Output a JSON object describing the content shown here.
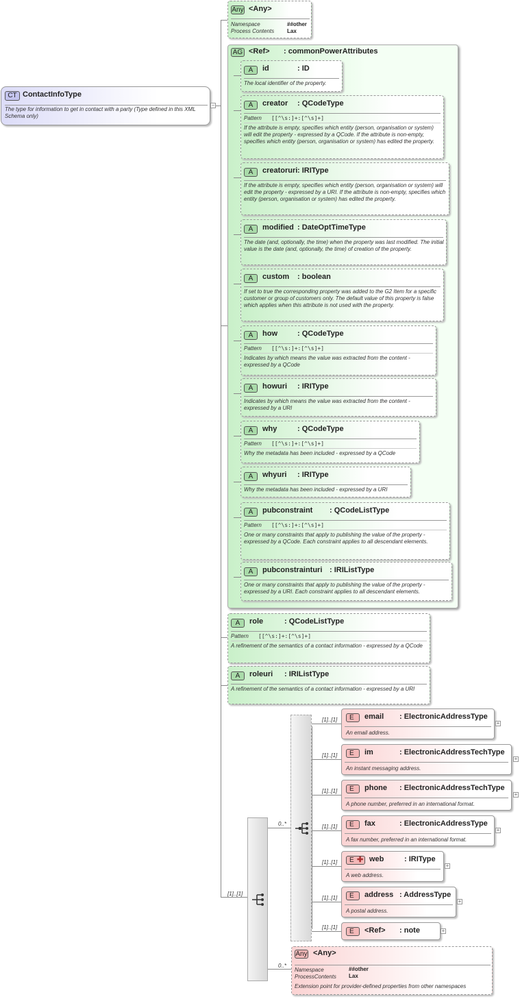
{
  "root": {
    "badge": "CT",
    "name": "ContactInfoType",
    "desc": "The type for information to get in contact with a party (Type defined in this XML Schema only)"
  },
  "any_top": {
    "badge": "Any",
    "name": "<Any>",
    "ns_label": "Namespace",
    "ns_value": "##other",
    "pc_label": "Process Contents",
    "pc_value": "Lax"
  },
  "attr_group": {
    "badge": "AG",
    "ref": "<Ref>",
    "name": ": commonPowerAttributes",
    "attributes": [
      {
        "name": "id",
        "type": ": ID",
        "pattern": "",
        "desc": "The local identifier of the property."
      },
      {
        "name": "creator",
        "type": ": QCodeType",
        "pattern": "[[^\\s:]+:[^\\s]+]",
        "desc": "If the attribute is empty, specifies which entity (person, organisation or system) will edit the property - expressed by a QCode. If the attribute is non-empty, specifies which entity (person, organisation or system) has edited the property."
      },
      {
        "name": "creatoruri",
        "type": ": IRIType",
        "pattern": "",
        "desc": "If the attribute is empty, specifies which entity (person, organisation or system) will edit the property - expressed by a URI. If the attribute is non-empty, specifies which entity (person, organisation or system) has edited the property."
      },
      {
        "name": "modified",
        "type": ": DateOptTimeType",
        "pattern": "",
        "desc": "The date (and, optionally, the time) when the property was last modified. The initial value is the date (and, optionally, the time) of creation of the property."
      },
      {
        "name": "custom",
        "type": ": boolean",
        "pattern": "",
        "desc": "If set to true the corresponding property was added to the G2 Item for a specific customer or group of customers only. The default value of this property is false which applies when this attribute is not used with the property."
      },
      {
        "name": "how",
        "type": ": QCodeType",
        "pattern": "[[^\\s:]+:[^\\s]+]",
        "desc": "Indicates by which means the value was extracted from the content - expressed by a QCode"
      },
      {
        "name": "howuri",
        "type": ": IRIType",
        "pattern": "",
        "desc": "Indicates by which means the value was extracted from the content - expressed by a URI"
      },
      {
        "name": "why",
        "type": ": QCodeType",
        "pattern": "[[^\\s:]+:[^\\s]+]",
        "desc": "Why the metadata has been included - expressed by a QCode"
      },
      {
        "name": "whyuri",
        "type": ": IRIType",
        "pattern": "",
        "desc": "Why the metadata has been included - expressed by a URI"
      },
      {
        "name": "pubconstraint",
        "type": ": QCodeListType",
        "pattern": "[[^\\s:]+:[^\\s]+]",
        "desc": "One or many constraints that apply to publishing the value of the property - expressed by a QCode. Each constraint applies to all descendant elements."
      },
      {
        "name": "pubconstrainturi",
        "type": ": IRIListType",
        "pattern": "",
        "desc": "One or many constraints that apply to publishing the value of the property - expressed by a URI. Each constraint applies to all descendant elements."
      }
    ]
  },
  "attributes": [
    {
      "name": "role",
      "type": ": QCodeListType",
      "pattern": "[[^\\s:]+:[^\\s]+]",
      "desc": "A refinement of the semantics of a contact information - expressed by a QCode"
    },
    {
      "name": "roleuri",
      "type": ": IRIListType",
      "pattern": "",
      "desc": "A refinement of the semantics of a contact information - expressed by a URI"
    }
  ],
  "pattern_label": "Pattern",
  "attr_badge": "A",
  "element_badge": "E",
  "sequence": {
    "multiplicity": "[1]..[1]",
    "choice_multiplicity": "0..*",
    "any_multiplicity": "0..*"
  },
  "elements": [
    {
      "name": "email",
      "type": ": ElectronicAddressType",
      "mult": "[1]..[1]",
      "desc": "An email address."
    },
    {
      "name": "im",
      "type": ": ElectronicAddressTechType",
      "mult": "[1]..[1]",
      "desc": "An instant messaging address."
    },
    {
      "name": "phone",
      "type": ": ElectronicAddressTechType",
      "mult": "[1]..[1]",
      "desc": "A phone number, preferred in an international format."
    },
    {
      "name": "fax",
      "type": ": ElectronicAddressType",
      "mult": "[1]..[1]",
      "desc": "A fax number, preferred in an international format."
    },
    {
      "name": "web",
      "type": ": IRIType",
      "mult": "[1]..[1]",
      "desc": "A web address."
    },
    {
      "name": "address",
      "type": ": AddressType",
      "mult": "[1]..[1]",
      "desc": "A postal address."
    },
    {
      "name": "<Ref>",
      "type": ": note",
      "mult": "[1]..[1]",
      "desc": ""
    }
  ],
  "any_bottom": {
    "badge": "Any",
    "name": "<Any>",
    "ns_label": "Namespace",
    "ns_value": "##other",
    "pc_label": "ProcessContents",
    "pc_value": "Lax",
    "desc": "Extension point for provider-defined properties from other namespaces"
  }
}
